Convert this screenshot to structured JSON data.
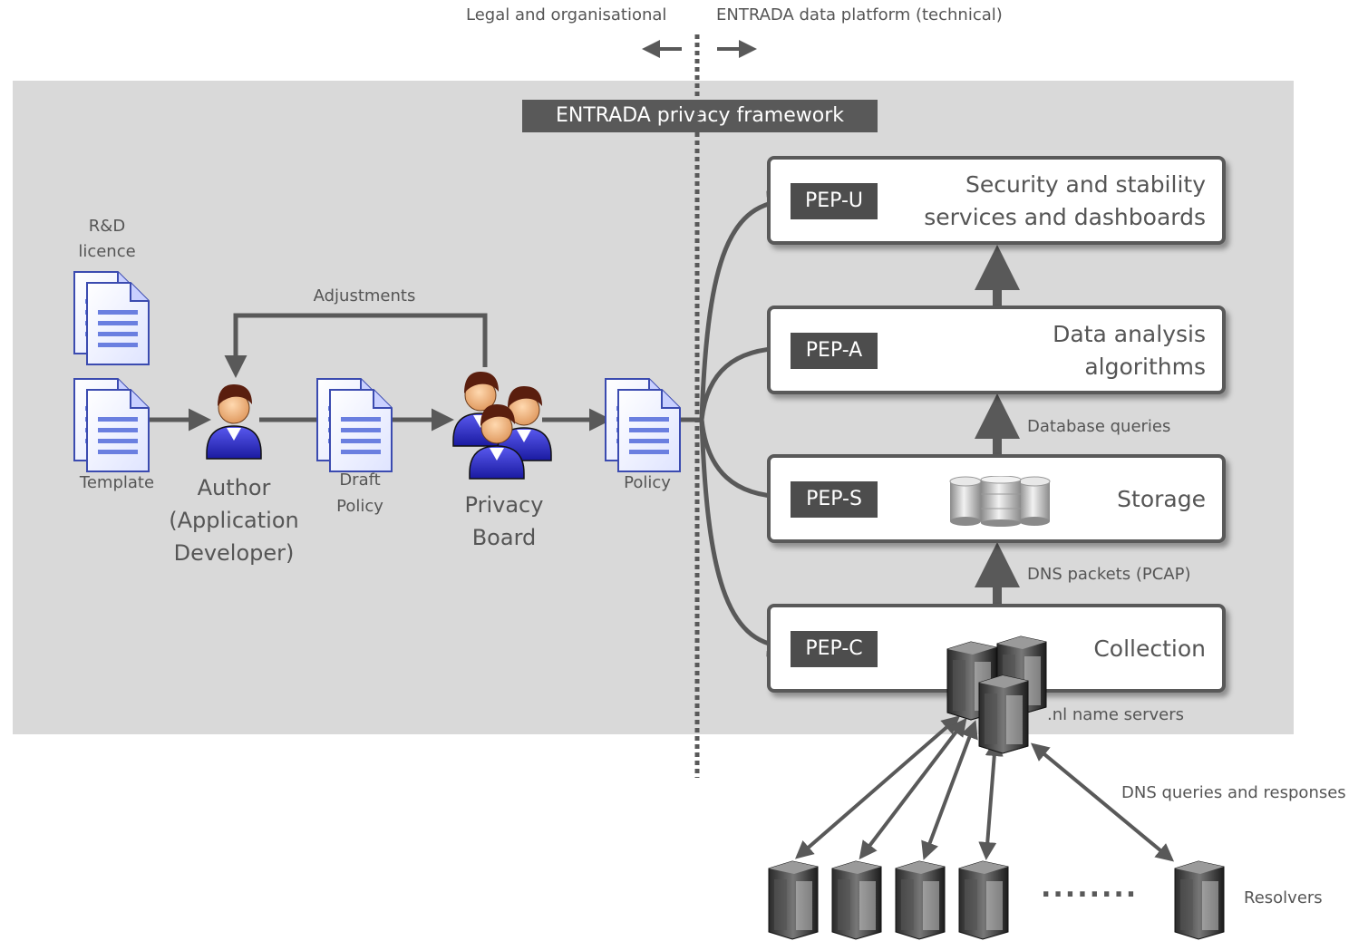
{
  "divider": {
    "left_label": "Legal and organisational",
    "right_label": "ENTRADA data platform (technical)"
  },
  "framework_title": "ENTRADA privacy framework",
  "documents": {
    "licence": "R&D\nlicence",
    "template": "Template",
    "draft_policy": "Draft\nPolicy",
    "policy": "Policy"
  },
  "actors": {
    "author": "Author\n(Application\nDeveloper)",
    "privacy_board": "Privacy\nBoard"
  },
  "feedback_label": "Adjustments",
  "layers": [
    {
      "pep": "PEP-U",
      "title": "Security and stability\nservices and dashboards"
    },
    {
      "pep": "PEP-A",
      "title": "Data analysis\nalgorithms"
    },
    {
      "pep": "PEP-S",
      "title": "Storage"
    },
    {
      "pep": "PEP-C",
      "title": "Collection"
    }
  ],
  "flows": {
    "database_queries": "Database queries",
    "dns_packets": "DNS packets (PCAP)",
    "dns_queries": "DNS queries and responses"
  },
  "servers": {
    "name_servers": ".nl name servers",
    "resolvers": "Resolvers",
    "ellipsis": "........"
  },
  "colors": {
    "panel": "#d9d9d9",
    "dark": "#595959",
    "pep": "#4d4d4d",
    "doc_blue": "#6a7fe0",
    "person_blue": "#3a3ad0"
  }
}
